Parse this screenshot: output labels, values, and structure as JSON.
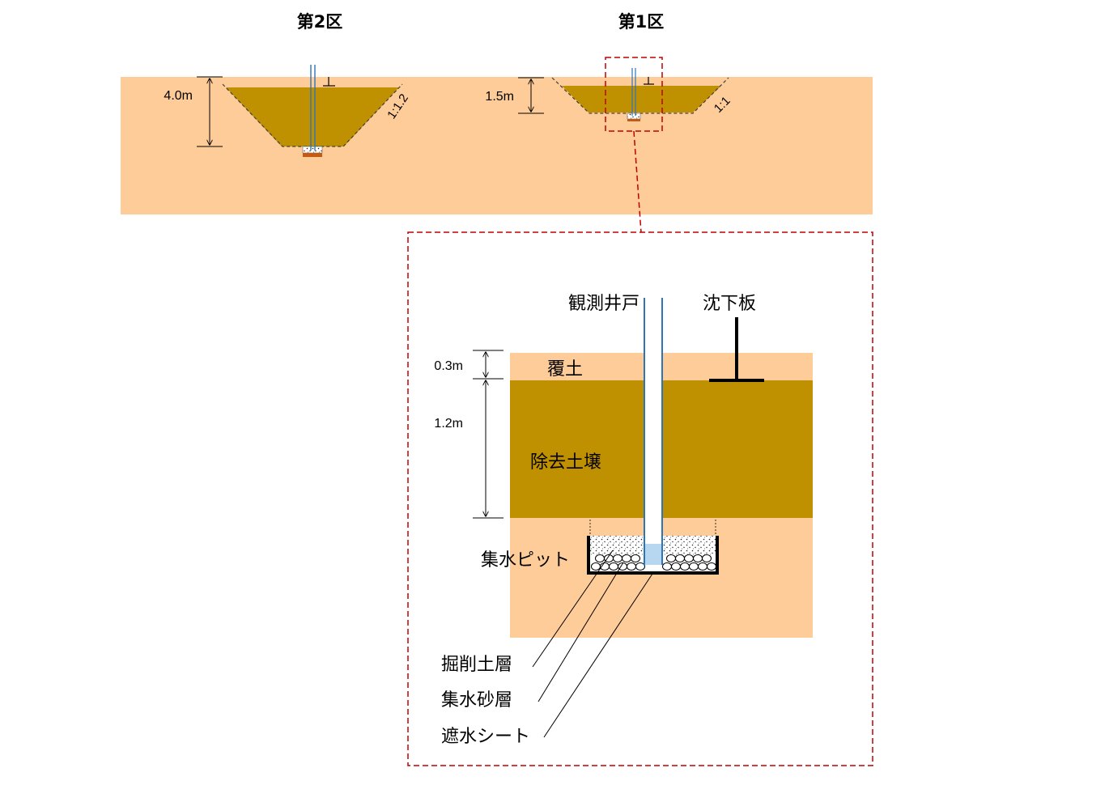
{
  "titles": {
    "zone2": "第2区",
    "zone1": "第1区"
  },
  "zone2": {
    "depth": "4.0m",
    "slope": "1:1.2"
  },
  "zone1": {
    "depth": "1.5m",
    "slope": "1:1"
  },
  "detail": {
    "cover_thickness": "0.3m",
    "soil_thickness": "1.2m",
    "labels": {
      "well": "観測井戸",
      "settlement_plate": "沈下板",
      "cover_soil": "覆土",
      "removed_soil": "除去土壌",
      "collection_pit": "集水ピット",
      "excavated_layer": "掘削土層",
      "sand_layer": "集水砂層",
      "waterproof_sheet": "遮水シート"
    }
  },
  "colors": {
    "ground": "#fecc98",
    "soil": "#bf9000",
    "water": "#b7d7f0",
    "pipe": "#2e75b6",
    "frame": "#c00000",
    "sheet": "#000000"
  }
}
